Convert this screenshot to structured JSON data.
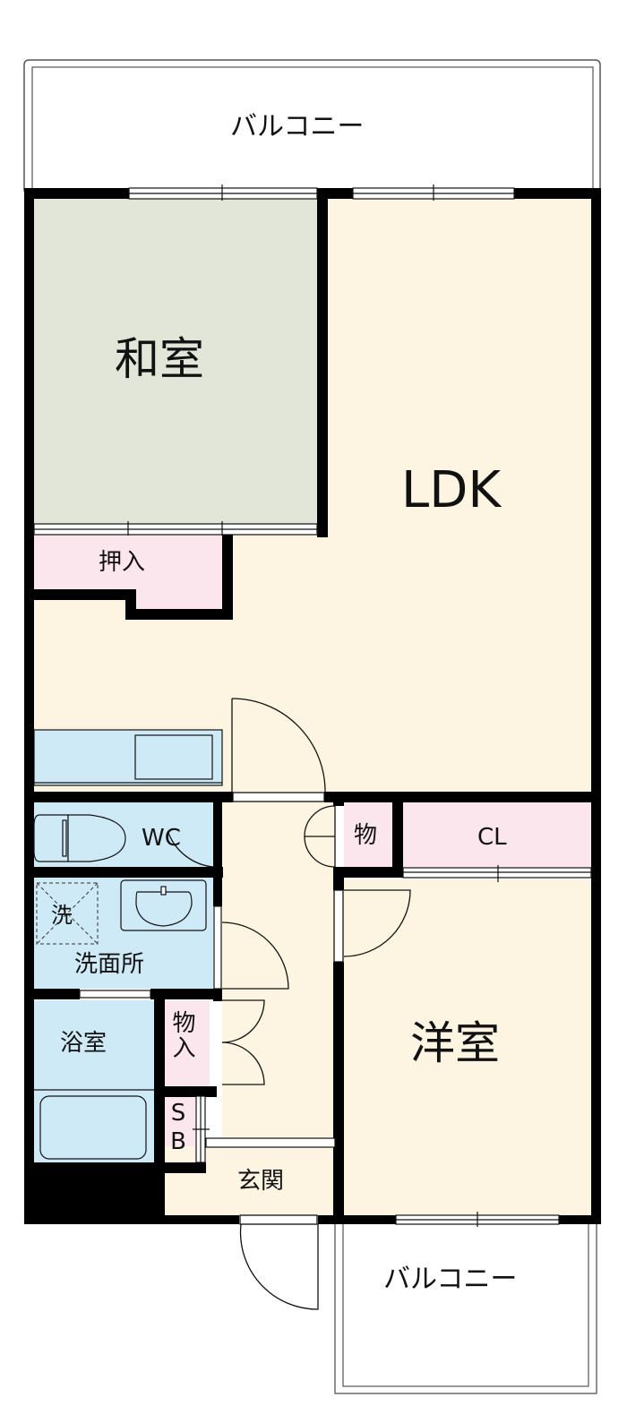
{
  "floorplan": {
    "colors": {
      "wall": "#000000",
      "washitsu": "#e1e6d8",
      "living": "#fdf5e2",
      "storage": "#fce6ee",
      "wet_area": "#cfeaf7",
      "balcony": "#ffffff"
    },
    "rooms": {
      "balcony_top": "バルコニー",
      "washitsu": "和室",
      "ldk": "LDK",
      "oshiire": "押入",
      "wc": "WC",
      "washer": "洗",
      "senmenjo": "洗面所",
      "yokushitsu": "浴室",
      "monoire_vertical": "物入",
      "shoe_box": "SB",
      "genkan": "玄関",
      "mono": "物",
      "closet": "CL",
      "yoshitsu": "洋室",
      "balcony_bottom": "バルコニー"
    }
  }
}
